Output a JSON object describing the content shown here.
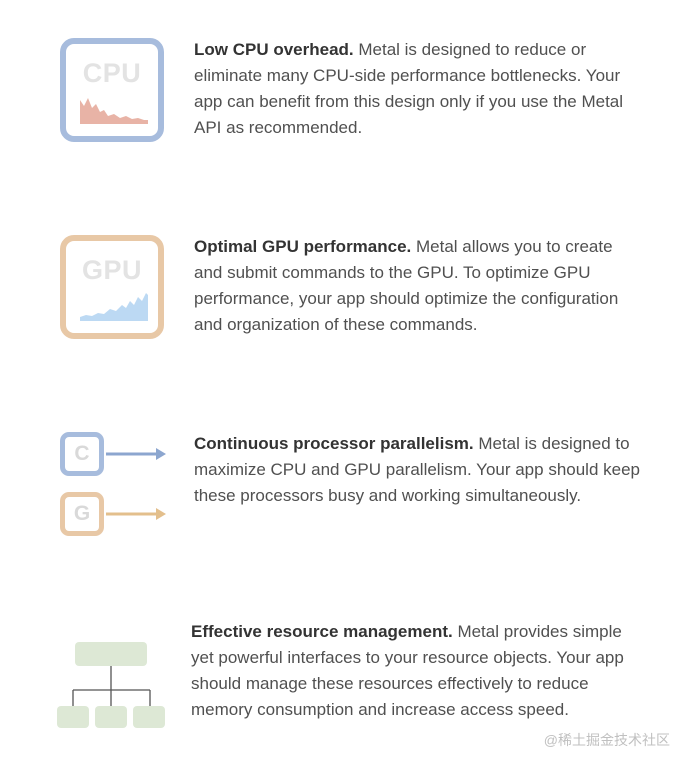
{
  "items": [
    {
      "icon": "cpu-chip-icon",
      "icon_label": "CPU",
      "title": "Low CPU overhead.",
      "body": " Metal is designed to reduce or eliminate many CPU-side performance bottlenecks. Your app can benefit from this design only if you use the Metal API as recommended."
    },
    {
      "icon": "gpu-chip-icon",
      "icon_label": "GPU",
      "title": "Optimal GPU performance.",
      "body": " Metal allows you to create and submit commands to the GPU. To optimize GPU performance, your app should optimize the configuration and organization of these commands."
    },
    {
      "icon": "parallel-processors-icon",
      "icon_label_c": "C",
      "icon_label_g": "G",
      "title": "Continuous processor parallelism.",
      "body": " Metal is designed to maximize CPU and GPU parallelism. Your app should keep these processors busy and working simultaneously."
    },
    {
      "icon": "resource-tree-icon",
      "title": "Effective resource management.",
      "body": " Metal provides simple yet powerful interfaces to your resource objects. Your app should manage these resources effectively to reduce memory consumption and increase access speed."
    }
  ],
  "watermark": "@稀土掘金技术社区",
  "colors": {
    "cpu_border": "#a7bcdd",
    "gpu_border": "#e8c8a6",
    "cpu_graph": "#e8b3a6",
    "gpu_graph": "#bcd9f3",
    "tree_node": "#dde8d5",
    "text": "#505050"
  }
}
